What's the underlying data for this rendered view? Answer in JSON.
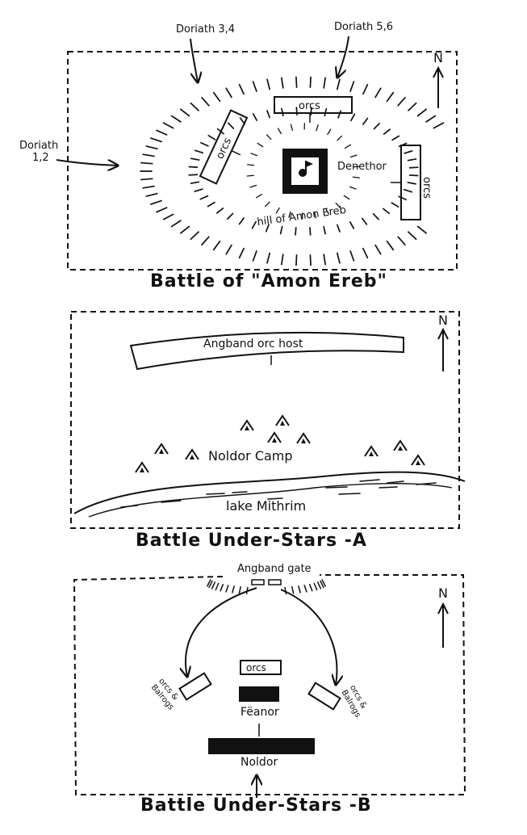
{
  "north_label": "N",
  "panel1": {
    "title": "Battle of \"Amon Ereb\"",
    "labels": {
      "doriath_34": "Doriath 3,4",
      "doriath_56": "Doriath 5,6",
      "doriath_12_line1": "Doriath",
      "doriath_12_line2": "1,2",
      "orcs_top": "orcs",
      "orcs_left": "orcs",
      "orcs_right": "orcs",
      "denethor": "Denethor",
      "hill": "hill of Amon Ereb"
    }
  },
  "panel2": {
    "title": "Battle Under-Stars -A",
    "labels": {
      "orc_host": "Angband orc host",
      "camp": "Noldor Camp",
      "lake": "lake Mithrim"
    }
  },
  "panel3": {
    "title": "Battle Under-Stars -B",
    "labels": {
      "gate": "Angband gate",
      "orcs": "orcs",
      "feanor": "Fëanor",
      "noldor": "Noldor",
      "left_group_line1": "orcs &",
      "left_group_line2": "Balrogs",
      "right_group_line1": "orcs &",
      "right_group_line2": "Balrogs"
    }
  }
}
